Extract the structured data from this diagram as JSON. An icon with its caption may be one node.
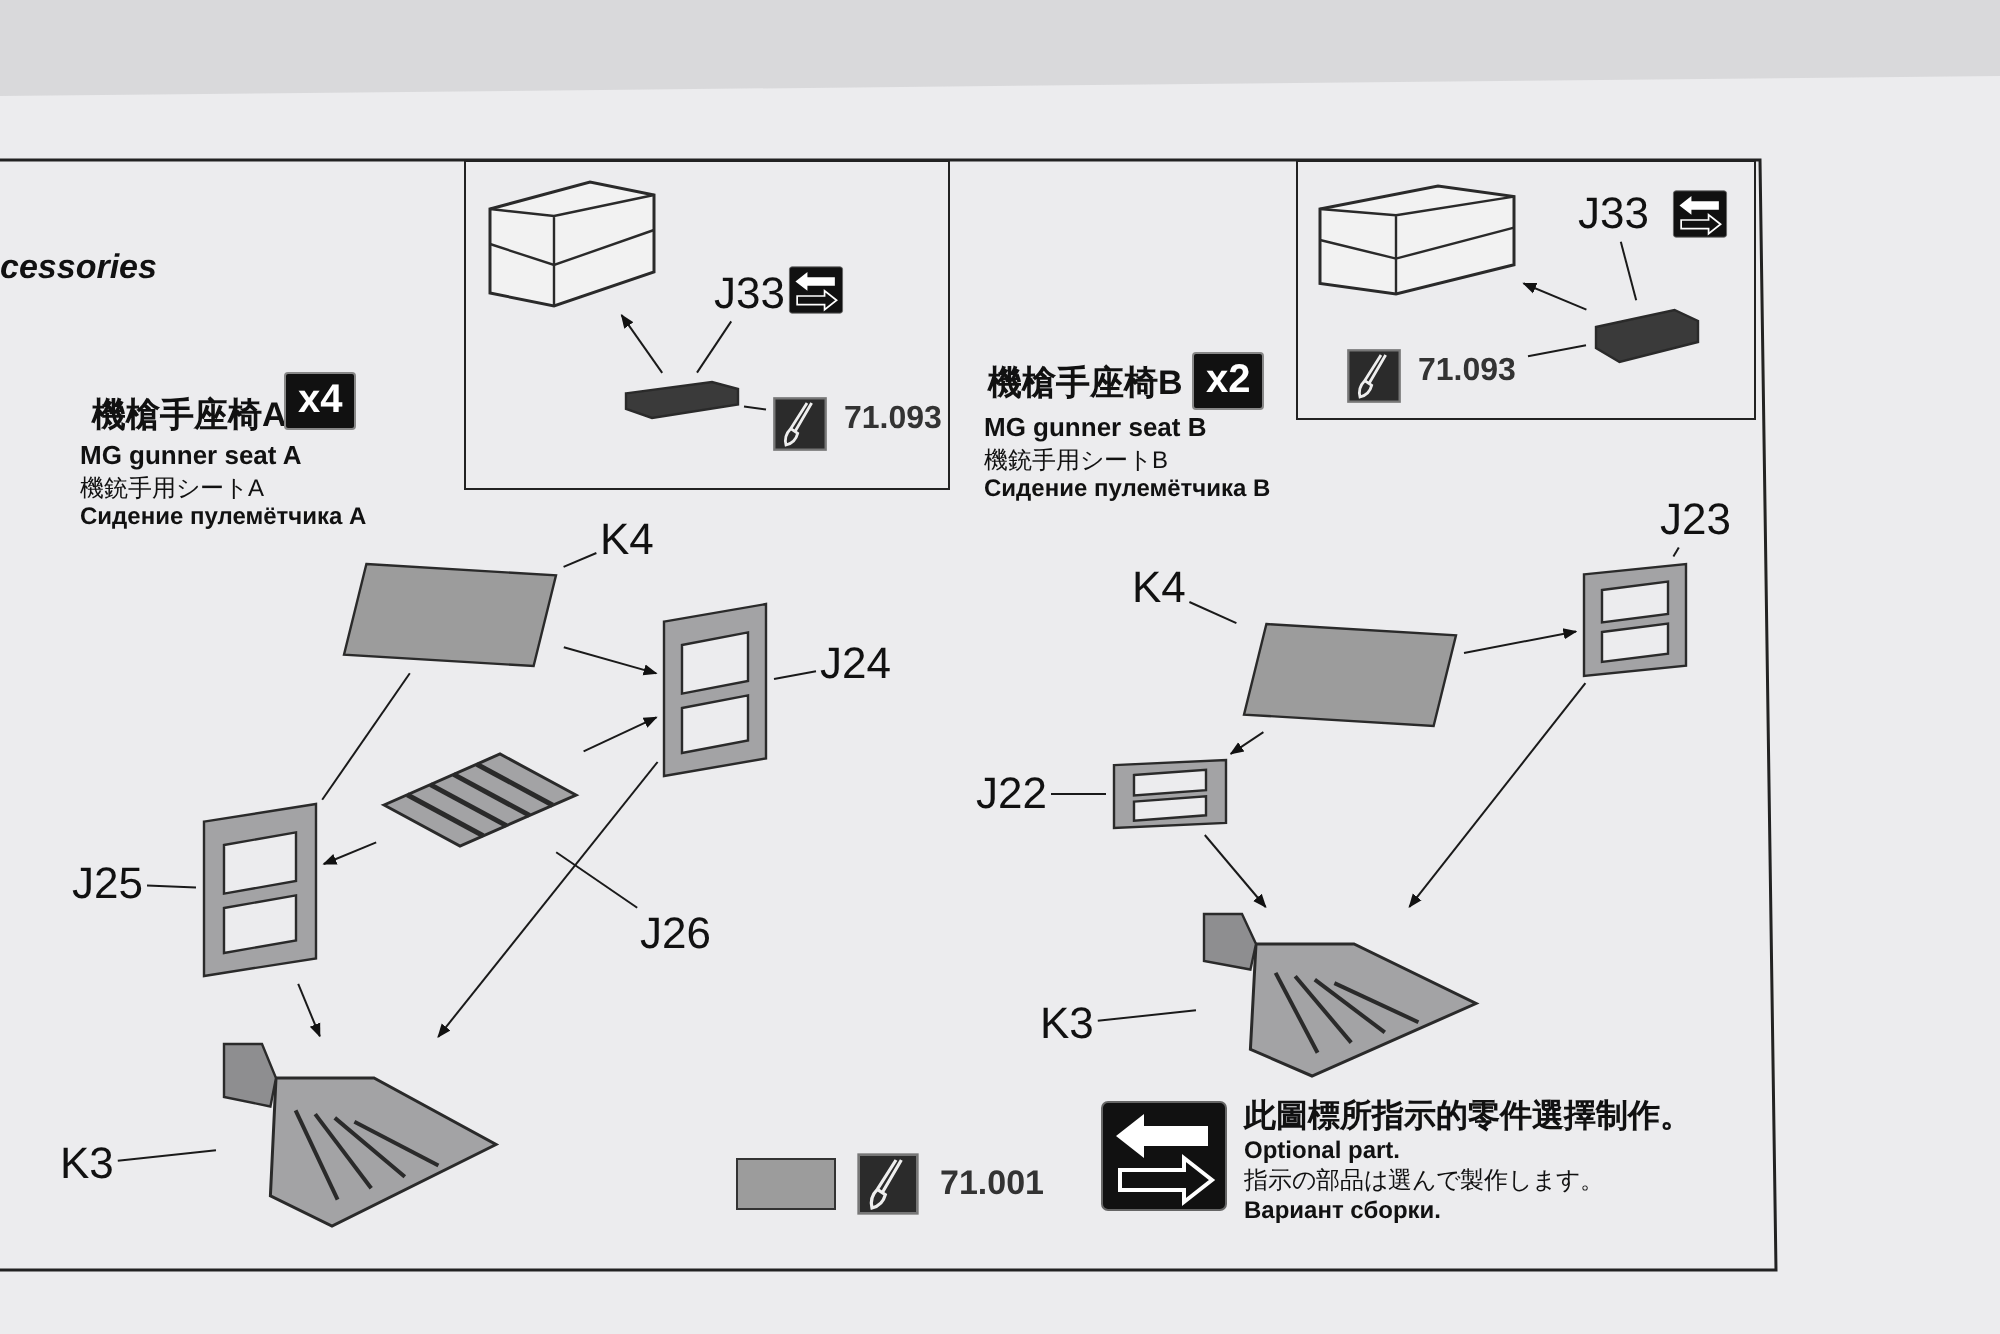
{
  "diagram": {
    "title": "cessories",
    "nodes": [
      {
        "text": [],
        "shape": "box"
      },
      {
        "text": [],
        "shape": "picture",
        "in": 0
      },
      {
        "text": [],
        "shape": "picture",
        "in": 0
      },
      {
        "text": [
          "J33"
        ],
        "in": 0
      },
      {
        "text": [
          "71.093"
        ],
        "in": 0
      },
      {
        "text": [],
        "shape": "box"
      },
      {
        "text": [],
        "shape": "picture",
        "in": 5
      },
      {
        "text": [],
        "shape": "picture",
        "in": 5
      },
      {
        "text": [
          "J33"
        ],
        "in": 5
      },
      {
        "text": [
          "71.093"
        ],
        "in": 5
      },
      {
        "text": [],
        "shape": "picture"
      },
      {
        "text": [],
        "shape": "picture"
      },
      {
        "text": [],
        "shape": "picture"
      },
      {
        "text": [],
        "shape": "picture"
      },
      {
        "text": [],
        "shape": "picture"
      },
      {
        "text": [
          "K4"
        ]
      },
      {
        "text": [
          "J24"
        ]
      },
      {
        "text": [
          "J25"
        ]
      },
      {
        "text": [
          "J26"
        ]
      },
      {
        "text": [
          "K3"
        ]
      },
      {
        "text": [],
        "shape": "picture"
      },
      {
        "text": [],
        "shape": "picture"
      },
      {
        "text": [],
        "shape": "picture"
      },
      {
        "text": [],
        "shape": "picture"
      },
      {
        "text": [
          "K4"
        ]
      },
      {
        "text": [
          "J23"
        ]
      },
      {
        "text": [
          "J22"
        ]
      },
      {
        "text": [
          "K3"
        ]
      }
    ],
    "edges": [
      {
        "from": 2,
        "to": 1,
        "arrow": "to"
      },
      {
        "from": 3,
        "to": 2,
        "arrow": "none"
      },
      {
        "from": 4,
        "to": 2,
        "arrow": "none"
      },
      {
        "from": 7,
        "to": 6,
        "arrow": "to"
      },
      {
        "from": 8,
        "to": 7,
        "arrow": "none"
      },
      {
        "from": 9,
        "to": 7,
        "arrow": "none"
      },
      {
        "from": 15,
        "to": 10,
        "arrow": "none"
      },
      {
        "from": 16,
        "to": 11,
        "arrow": "none"
      },
      {
        "from": 17,
        "to": 13,
        "arrow": "none"
      },
      {
        "from": 18,
        "to": 12,
        "arrow": "none"
      },
      {
        "from": 19,
        "to": 14,
        "arrow": "none"
      },
      {
        "from": 10,
        "to": 11,
        "arrow": "to"
      },
      {
        "from": 10,
        "to": 13,
        "arrow": "none"
      },
      {
        "from": 12,
        "to": 11,
        "arrow": "to"
      },
      {
        "from": 12,
        "to": 13,
        "arrow": "to"
      },
      {
        "from": 13,
        "to": 14,
        "arrow": "to"
      },
      {
        "from": 11,
        "to": 14,
        "arrow": "to"
      },
      {
        "from": 24,
        "to": 20,
        "arrow": "none"
      },
      {
        "from": 25,
        "to": 21,
        "arrow": "none"
      },
      {
        "from": 26,
        "to": 22,
        "arrow": "none"
      },
      {
        "from": 27,
        "to": 23,
        "arrow": "none"
      },
      {
        "from": 20,
        "to": 21,
        "arrow": "to"
      },
      {
        "from": 20,
        "to": 22,
        "arrow": "to"
      },
      {
        "from": 22,
        "to": 23,
        "arrow": "to"
      },
      {
        "from": 21,
        "to": 23,
        "arrow": "to"
      }
    ],
    "labels": [
      "機槍手座椅A",
      "x4",
      "MG gunner seat A",
      "機銃手用シートA",
      "Сидение пулемётчика A",
      "機槍手座椅B",
      "x2",
      "MG gunner seat B",
      "機銃手用シートB",
      "Сидение пулемётчика B"
    ],
    "legend": [
      {
        "text": "71.001",
        "color": "#9c9c9c"
      },
      {
        "text": "此圖標所指示的零件選擇制作。"
      },
      {
        "text": "Optional part."
      },
      {
        "text": "指示の部品は選んで製作します。"
      },
      {
        "text": "Вариант сборки."
      }
    ]
  }
}
